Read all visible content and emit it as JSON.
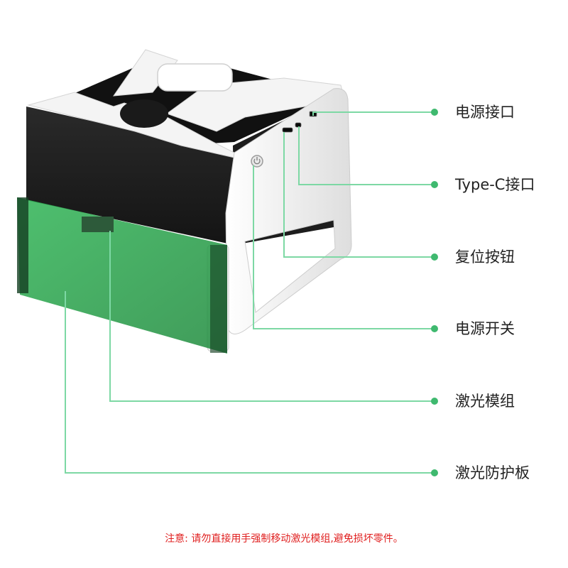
{
  "colors": {
    "leader": "#7dd8a4",
    "dot": "#3fb96f",
    "body_dark": "#1c1c1c",
    "frame": "#f2f2f2",
    "shield": "#2fae52",
    "note": "#e02020"
  },
  "callouts": [
    {
      "id": "power-port",
      "label": "电源接口"
    },
    {
      "id": "type-c-port",
      "label": "Type-C接口"
    },
    {
      "id": "reset-button",
      "label": "复位按钮"
    },
    {
      "id": "power-switch",
      "label": "电源开关"
    },
    {
      "id": "laser-module",
      "label": "激光模组"
    },
    {
      "id": "laser-shield",
      "label": "激光防护板"
    }
  ],
  "note": "注意: 请勿直接用手强制移动激光模组,避免损坏零件。"
}
